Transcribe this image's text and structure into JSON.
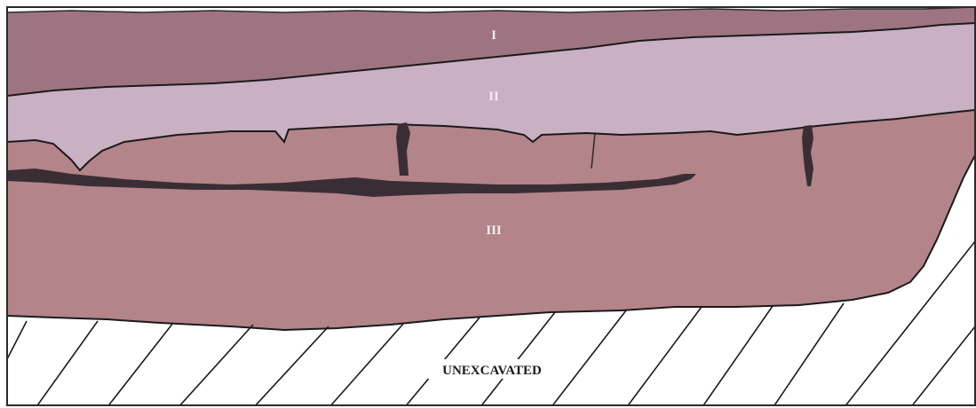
{
  "layers": [
    {
      "label": "I",
      "color": "#9e7482"
    },
    {
      "label": "II",
      "color": "#c9b0c2"
    },
    {
      "label": "III",
      "color": "#b38489"
    }
  ],
  "unexcavated": {
    "label": "UNEXCAVATED",
    "color": "#ffffff"
  },
  "feature_color": "#3a2e35"
}
